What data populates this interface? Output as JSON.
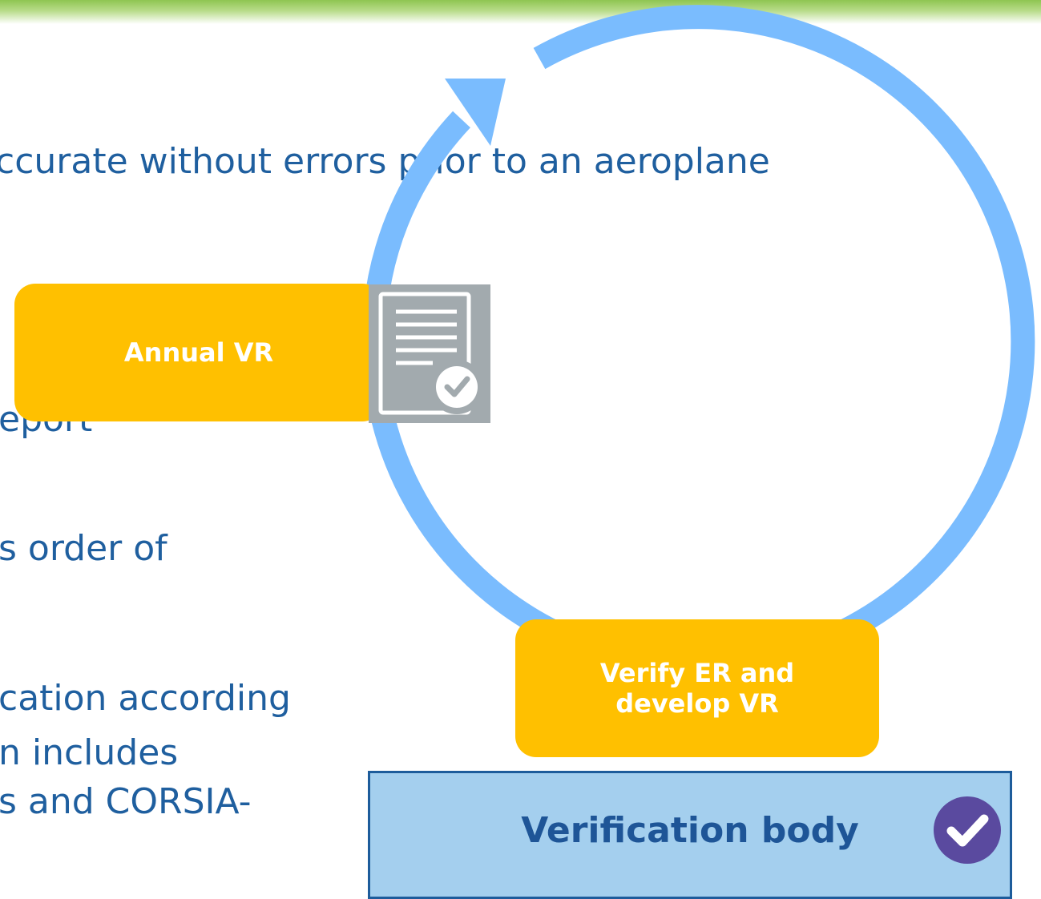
{
  "body_text": {
    "line1": "ccurate without errors prior to an aeroplane",
    "line2": "eport",
    "line3": "s order of",
    "line4": "cation according",
    "line5": "n includes",
    "line6": "s and CORSIA-"
  },
  "diagram": {
    "annual_vr_label": "Annual VR",
    "verify_label_line1": "Verify ER and",
    "verify_label_line2": "develop VR",
    "verification_body_label": "Verification body",
    "icons": [
      "document-check-icon",
      "check-circle-icon"
    ],
    "colors": {
      "cycle_arrow": "#7abcfe",
      "step_box": "#ffc000",
      "verification_body_fill": "#a4cfee",
      "verification_body_border": "#1d5c9b",
      "body_text": "#1f5f9f",
      "check_circle": "#5a4a9f"
    }
  }
}
